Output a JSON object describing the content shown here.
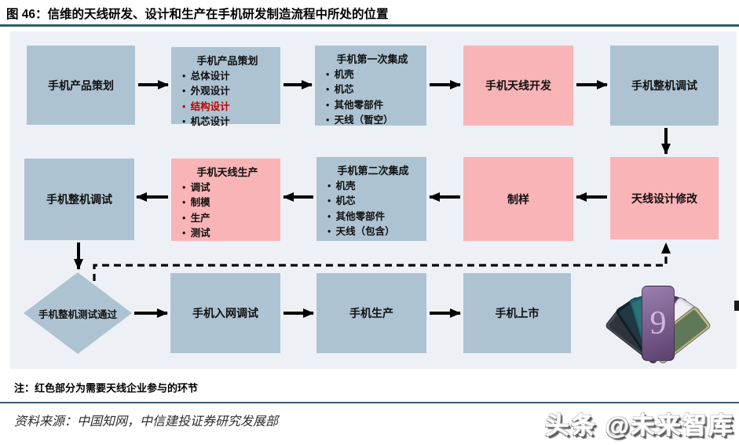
{
  "figure": {
    "title": "图 46：信维的天线研发、设计和生产在手机研发制造流程中所处的位置",
    "note": "注：红色部分为需要天线企业参与的环节",
    "source": "资料来源：中国知网，中信建投证券研究发展部",
    "watermark": "头条 @未来智库"
  },
  "colors": {
    "box_blue": "#aec3d2",
    "box_pink": "#f9b4b7",
    "panel_bg": "#edf1f6",
    "accent_line": "#2e5a68",
    "highlight_red": "#c00000",
    "arrow": "#000000"
  },
  "flow": {
    "r1b1": {
      "label": "手机产品策划"
    },
    "r1b2": {
      "title": "手机产品策划",
      "bullets": [
        "总体设计",
        "外观设计",
        "结构设计",
        "机芯设计"
      ],
      "red_bullet": "结构设计"
    },
    "r1b3": {
      "title": "手机第一次集成",
      "bullets": [
        "机壳",
        "机芯",
        "其他零部件",
        "天线（暂空）"
      ]
    },
    "r1b4": {
      "label": "手机天线开发"
    },
    "r1b5": {
      "label": "手机整机调试"
    },
    "r2b1": {
      "label": "手机整机调试"
    },
    "r2b2": {
      "title": "手机天线生产",
      "bullets": [
        "调试",
        "制模",
        "生产",
        "测试"
      ]
    },
    "r2b3": {
      "title": "手机第二次集成",
      "bullets": [
        "机壳",
        "机芯",
        "其他零部件",
        "天线（包含）"
      ]
    },
    "r2b4": {
      "label": "制样"
    },
    "r2b5": {
      "label": "天线设计修改"
    },
    "r3d1": {
      "label": "手机整机测试通过"
    },
    "r3b2": {
      "label": "手机入网调试"
    },
    "r3b3": {
      "label": "手机生产"
    },
    "r3b4": {
      "label": "手机上市"
    }
  },
  "phones": {
    "badge": "9"
  }
}
